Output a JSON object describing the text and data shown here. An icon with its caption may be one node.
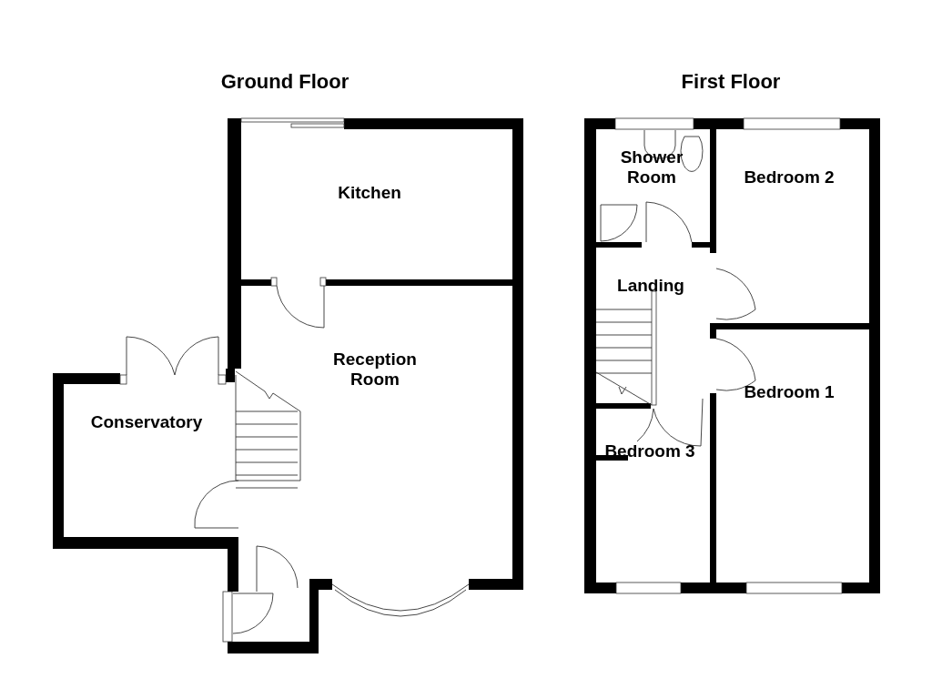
{
  "diagram": {
    "nodes": [
      {
        "text": [
          "Kitchen"
        ]
      },
      {
        "text": [
          "Reception Room"
        ]
      },
      {
        "text": [
          "Conservatory"
        ]
      },
      {
        "text": [
          "Shower Room"
        ]
      },
      {
        "text": [
          "Bedroom 2"
        ]
      },
      {
        "text": [
          "Landing"
        ]
      },
      {
        "text": [
          "Bedroom 1"
        ]
      },
      {
        "text": [
          "Bedroom 3"
        ]
      }
    ],
    "labels": [
      "Ground Floor",
      "First Floor"
    ]
  }
}
